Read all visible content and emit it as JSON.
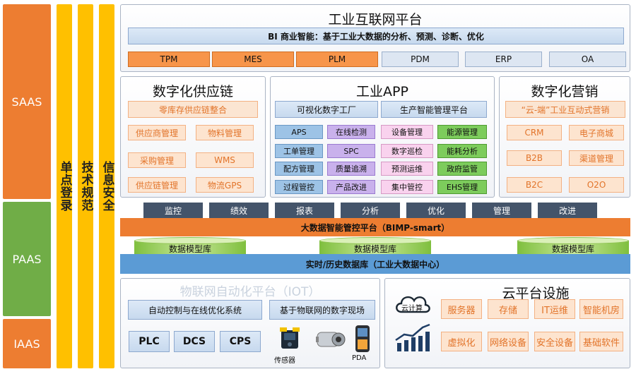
{
  "tiers": {
    "saas": "SAAS",
    "paas": "PAAS",
    "iaas": "IAAS"
  },
  "vertical_bars": [
    "单点登录",
    "技术规范",
    "信息安全"
  ],
  "platform": {
    "title": "工业互联网平台",
    "bi": "BI 商业智能：基于工业大数据的分析、预测、诊断、优化",
    "systems_orange": [
      "TPM",
      "MES",
      "PLM"
    ],
    "systems_light": [
      "PDM",
      "ERP",
      "OA"
    ]
  },
  "supply_chain": {
    "title": "数字化供应链",
    "banner": "零库存供应链整合",
    "items": [
      "供应商管理",
      "物料管理",
      "采购管理",
      "WMS",
      "供应链管理",
      "物流GPS"
    ]
  },
  "industrial_app": {
    "title": "工业APP",
    "header_left": "可视化数字工厂",
    "header_right": "生产智能管理平台",
    "col1": [
      "APS",
      "工单管理",
      "配方管理",
      "过程管控"
    ],
    "col2": [
      "在线检测",
      "SPC",
      "质量追溯",
      "产品改进"
    ],
    "col3": [
      "设备管理",
      "数字巡检",
      "预测运维",
      "集中管控"
    ],
    "col4": [
      "能源管理",
      "能耗分析",
      "政府监管",
      "EHS管理"
    ]
  },
  "marketing": {
    "title": "数字化营销",
    "banner": "“云-端”工业互动式营销",
    "items": [
      "CRM",
      "电子商城",
      "B2B",
      "渠道管理",
      "B2C",
      "O2O"
    ]
  },
  "toolbar": [
    "监控",
    "绩效",
    "报表",
    "分析",
    "优化",
    "管理",
    "改进"
  ],
  "bimp": "大数据智能管控平台（BIMP-smart）",
  "data_models": [
    "数据模型库",
    "数据模型库",
    "数据模型库"
  ],
  "realtime_db": "实时/历史数据库（工业大数据中心）",
  "iot": {
    "title": "物联网自动化平台（IOT）",
    "box_left": "自动控制与在线优化系统",
    "box_right": "基于物联网的数字现场",
    "controllers": [
      "PLC",
      "DCS",
      "CPS"
    ],
    "sensor_label": "传感器",
    "pda_label": "PDA"
  },
  "cloud": {
    "title": "云平台设施",
    "cloud_label": "云计算",
    "services_row1": [
      "服务器",
      "存储",
      "IT运维",
      "智能机房"
    ],
    "services_row2": [
      "虚拟化",
      "网络设备",
      "安全设备",
      "基础软件"
    ]
  },
  "colors": {
    "saas": "#ed7d31",
    "paas": "#70ad47",
    "iaas": "#ed7d31",
    "vbar": "#ffc000",
    "toolbar": "#44546a",
    "bimp": "#ed7d31",
    "realtime": "#5b9bd5"
  }
}
